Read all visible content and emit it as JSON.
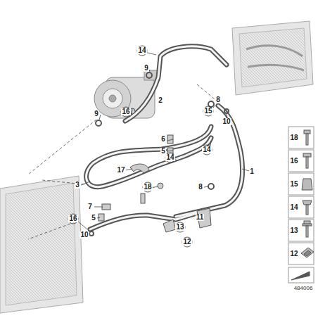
{
  "diagram": {
    "labels": [
      "14",
      "9",
      "2",
      "8",
      "10",
      "15",
      "9",
      "16",
      "6",
      "5",
      "14",
      "14",
      "1",
      "8",
      "17",
      "3",
      "18",
      "7",
      "5",
      "11",
      "16",
      "10",
      "13",
      "12",
      "18",
      "16",
      "15",
      "14",
      "13",
      "12",
      "484006"
    ]
  }
}
